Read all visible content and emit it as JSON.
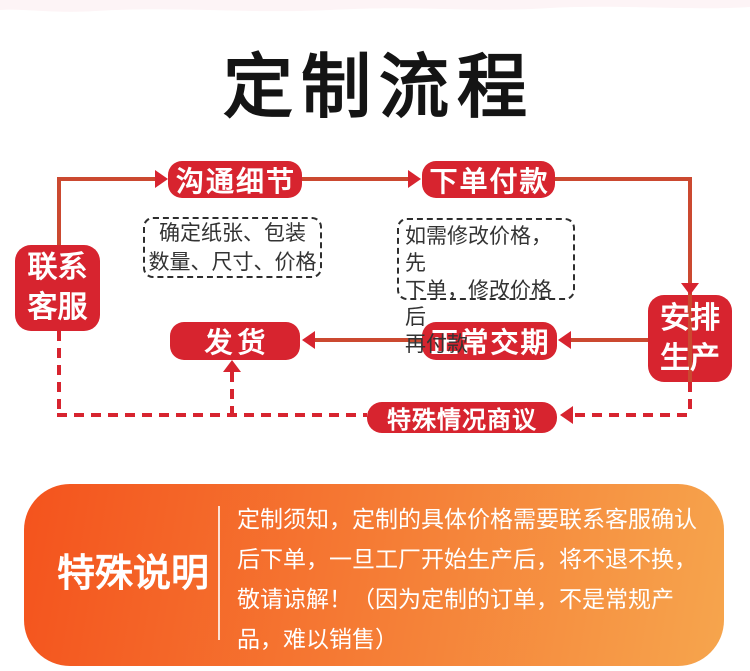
{
  "header": {
    "title": "定制流程"
  },
  "colors": {
    "node_red": "#d7242f",
    "connector_red": "#cb4930",
    "dash_red": "#d7242f",
    "note_border": "#2e2e2e",
    "note_text": "#333333",
    "banner_gradient_from": "#f4531d",
    "banner_gradient_to": "#f6a54d",
    "top_wave_pink": "#fdf4f6"
  },
  "flow": {
    "contact": {
      "l1": "联系",
      "l2": "客服"
    },
    "communicate": "沟通细节",
    "order": "下单付款",
    "arrange": {
      "l1": "安排",
      "l2": "生产"
    },
    "delivery": "正常交期",
    "ship": "发货",
    "special": "特殊情况商议",
    "note_paper": {
      "l1": "确定纸张、包装",
      "l2": "数量、尺寸、价格"
    },
    "note_price": {
      "l1": "如需修改价格，先",
      "l2": "下单，修改价格后",
      "l3": "再付款"
    }
  },
  "banner": {
    "label": "特殊说明",
    "lines": [
      "定制须知，定制的具体价格需要联系客服确认",
      "后下单，一旦工厂开始生产后，将不退不换，",
      "敬请谅解！（因为定制的订单，不是常规产",
      "品，难以销售）"
    ]
  }
}
